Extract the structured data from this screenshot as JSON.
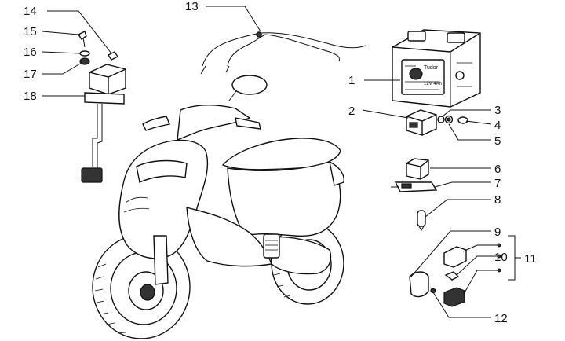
{
  "diagram": {
    "callouts": [
      {
        "id": "c1",
        "label": "1"
      },
      {
        "id": "c2",
        "label": "2"
      },
      {
        "id": "c3",
        "label": "3"
      },
      {
        "id": "c4",
        "label": "4"
      },
      {
        "id": "c5",
        "label": "5"
      },
      {
        "id": "c6",
        "label": "6"
      },
      {
        "id": "c7",
        "label": "7"
      },
      {
        "id": "c8",
        "label": "8"
      },
      {
        "id": "c9",
        "label": "9"
      },
      {
        "id": "c10",
        "label": "10"
      },
      {
        "id": "c11",
        "label": "11"
      },
      {
        "id": "c12",
        "label": "12"
      },
      {
        "id": "c13",
        "label": "13"
      },
      {
        "id": "c14",
        "label": "14"
      },
      {
        "id": "c15",
        "label": "15"
      },
      {
        "id": "c16",
        "label": "16"
      },
      {
        "id": "c17",
        "label": "17"
      },
      {
        "id": "c18",
        "label": "18"
      }
    ],
    "battery_label_text": [
      "Tudor",
      "12V 4Ah"
    ]
  }
}
